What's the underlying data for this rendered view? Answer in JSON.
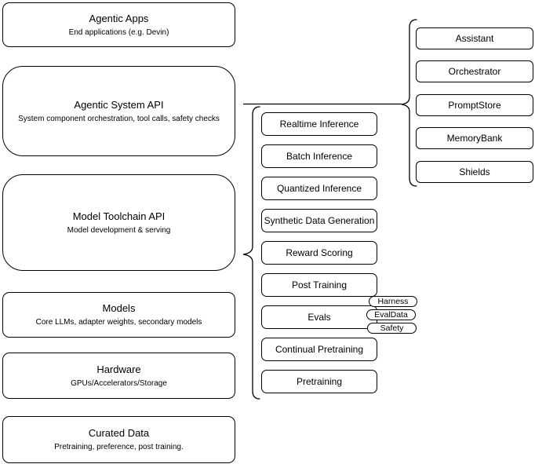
{
  "colors": {
    "stroke": "#000000",
    "fill": "#ffffff",
    "text": "#000000"
  },
  "left_column": {
    "boxes": [
      {
        "title": "Agentic Apps",
        "subtitle": "End applications (e.g. Devin)"
      },
      {
        "title": "Agentic System API",
        "subtitle": "System component orchestration, tool calls, safety checks"
      },
      {
        "title": "Model Toolchain API",
        "subtitle": "Model development & serving"
      },
      {
        "title": "Models",
        "subtitle": "Core LLMs, adapter weights, secondary models"
      },
      {
        "title": "Hardware",
        "subtitle": "GPUs/Accelerators/Storage"
      },
      {
        "title": "Curated Data",
        "subtitle": "Pretraining, preference, post training."
      }
    ]
  },
  "middle_column": {
    "items": [
      "Realtime Inference",
      "Batch Inference",
      "Quantized Inference",
      "Synthetic Data Generation",
      "Reward Scoring",
      "Post Training",
      "Evals",
      "Continual Pretraining",
      "Pretraining"
    ]
  },
  "evals_tags": {
    "items": [
      "Harness",
      "EvalData",
      "Safety"
    ]
  },
  "right_column": {
    "items": [
      "Assistant",
      "Orchestrator",
      "PromptStore",
      "MemoryBank",
      "Shields"
    ]
  }
}
